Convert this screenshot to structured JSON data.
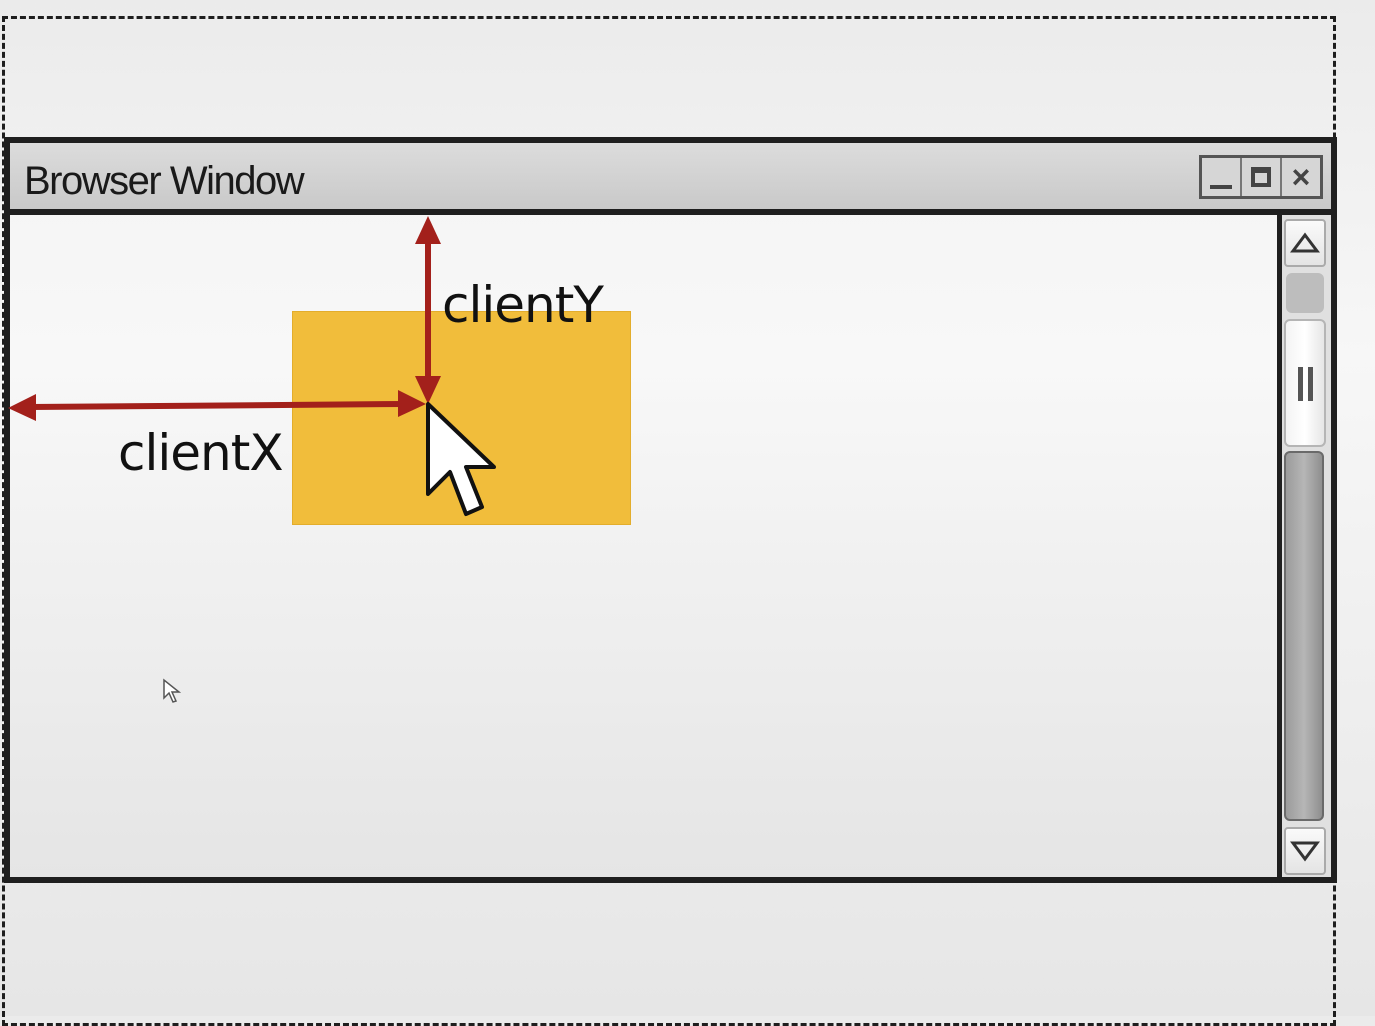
{
  "window": {
    "title": "Browser Window"
  },
  "controls": {
    "minimize_icon": "minimize-icon",
    "maximize_icon": "maximize-icon",
    "close_icon": "close-icon",
    "close_glyph": "×"
  },
  "scrollbar": {
    "up_icon": "arrow-up-icon",
    "down_icon": "arrow-down-icon"
  },
  "labels": {
    "client_x": "clientX",
    "client_y": "clientY"
  },
  "colors": {
    "arrow": "#a3201b",
    "element_box": "#f1bd3b",
    "frame": "#1f1f1f"
  }
}
